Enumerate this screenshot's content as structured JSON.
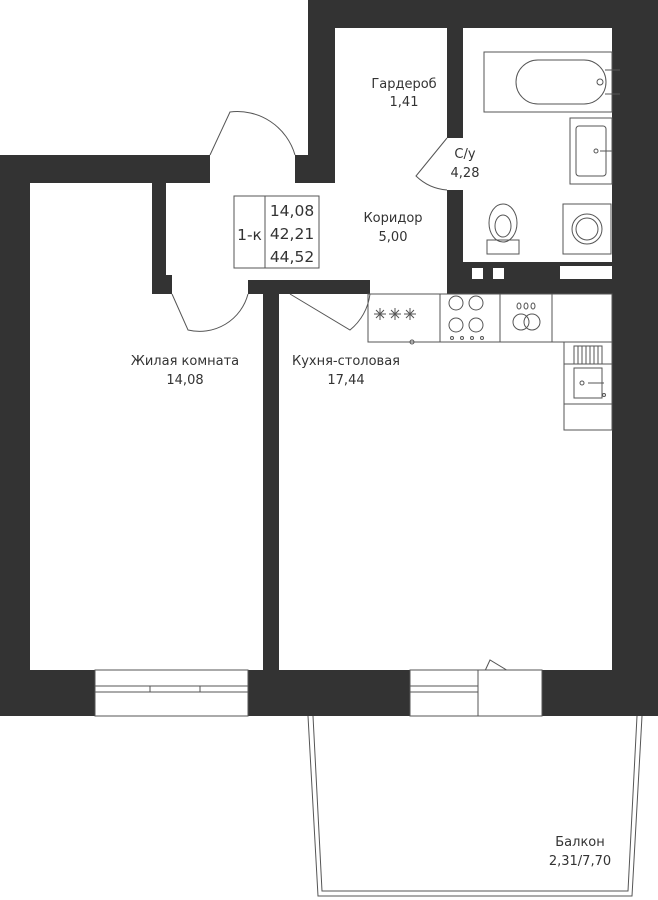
{
  "colors": {
    "wall": "#333333",
    "line": "#555555",
    "paper": "#ffffff"
  },
  "summary": {
    "type": "1-к",
    "living": "14,08",
    "total": "42,21",
    "total_with_balcony": "44,52"
  },
  "rooms": {
    "wardrobe": {
      "name": "Гардероб",
      "area": "1,41"
    },
    "bathroom": {
      "name": "С/у",
      "area": "4,28"
    },
    "corridor": {
      "name": "Коридор",
      "area": "5,00"
    },
    "living_room": {
      "name": "Жилая комната",
      "area": "14,08"
    },
    "kitchen": {
      "name": "Кухня-столовая",
      "area": "17,44"
    },
    "balcony": {
      "name": "Балкон",
      "area": "2,31/7,70"
    }
  },
  "icons": [
    "bathtub-icon",
    "washbasin-icon",
    "toilet-icon",
    "washing-machine-icon",
    "hob-icon",
    "cooktop-icon",
    "sink-icon",
    "kitchen-counter-icon",
    "door-swing-icon",
    "window-icon"
  ]
}
